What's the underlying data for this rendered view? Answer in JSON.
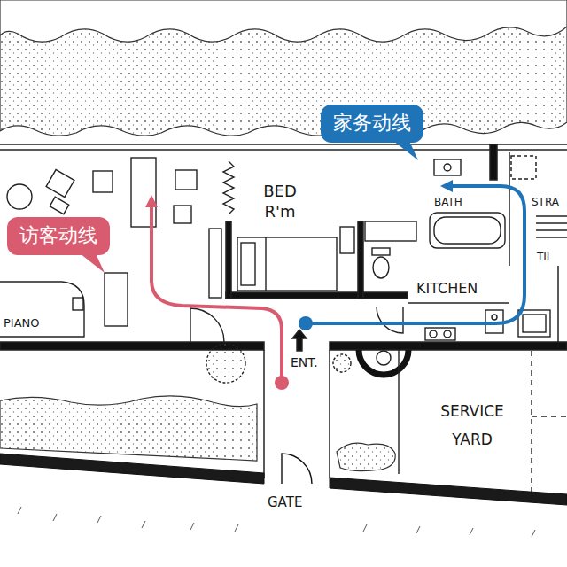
{
  "diagram": {
    "nodes": [
      {
        "text": [
          "家务动线"
        ]
      },
      {
        "text": [
          "访客动线"
        ]
      }
    ],
    "labels": [
      "BED R'm",
      "BATH",
      "STRA",
      "KITCHEN",
      "TIL",
      "PIANO",
      "ENT.",
      "SERVICE YARD",
      "GATE"
    ]
  }
}
